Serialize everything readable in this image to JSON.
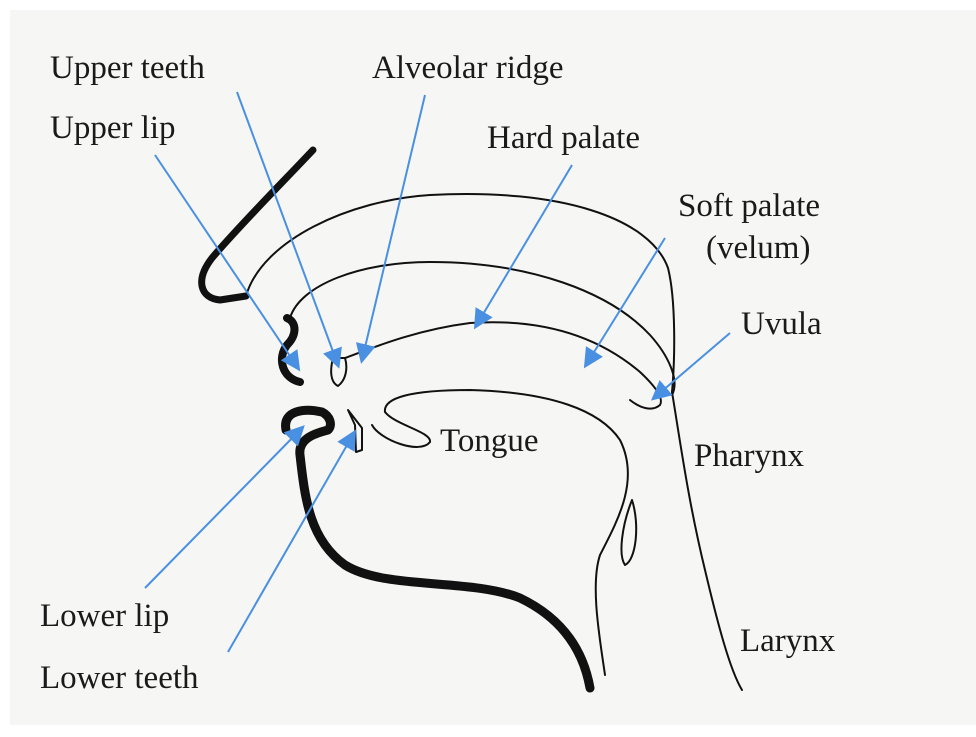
{
  "labels": {
    "upper_teeth": "Upper teeth",
    "alveolar_ridge": "Alveolar ridge",
    "upper_lip": "Upper lip",
    "hard_palate": "Hard palate",
    "soft_palate_line1": "Soft palate",
    "soft_palate_line2": "(velum)",
    "uvula": "Uvula",
    "tongue": "Tongue",
    "pharynx": "Pharynx",
    "lower_lip": "Lower lip",
    "lower_teeth": "Lower teeth",
    "larynx": "Larynx"
  },
  "colors": {
    "pointer": "#4a90e2",
    "outline": "#111111",
    "paper": "#f6f6f4"
  }
}
